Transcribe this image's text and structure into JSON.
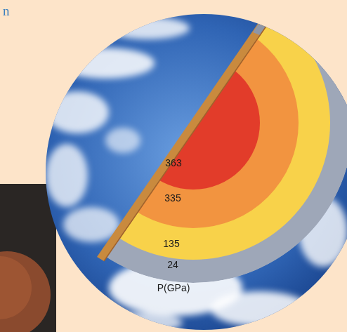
{
  "diagram": {
    "labels": [
      "n",
      "363",
      "335",
      "135",
      "24",
      "P(GPa)"
    ]
  }
}
